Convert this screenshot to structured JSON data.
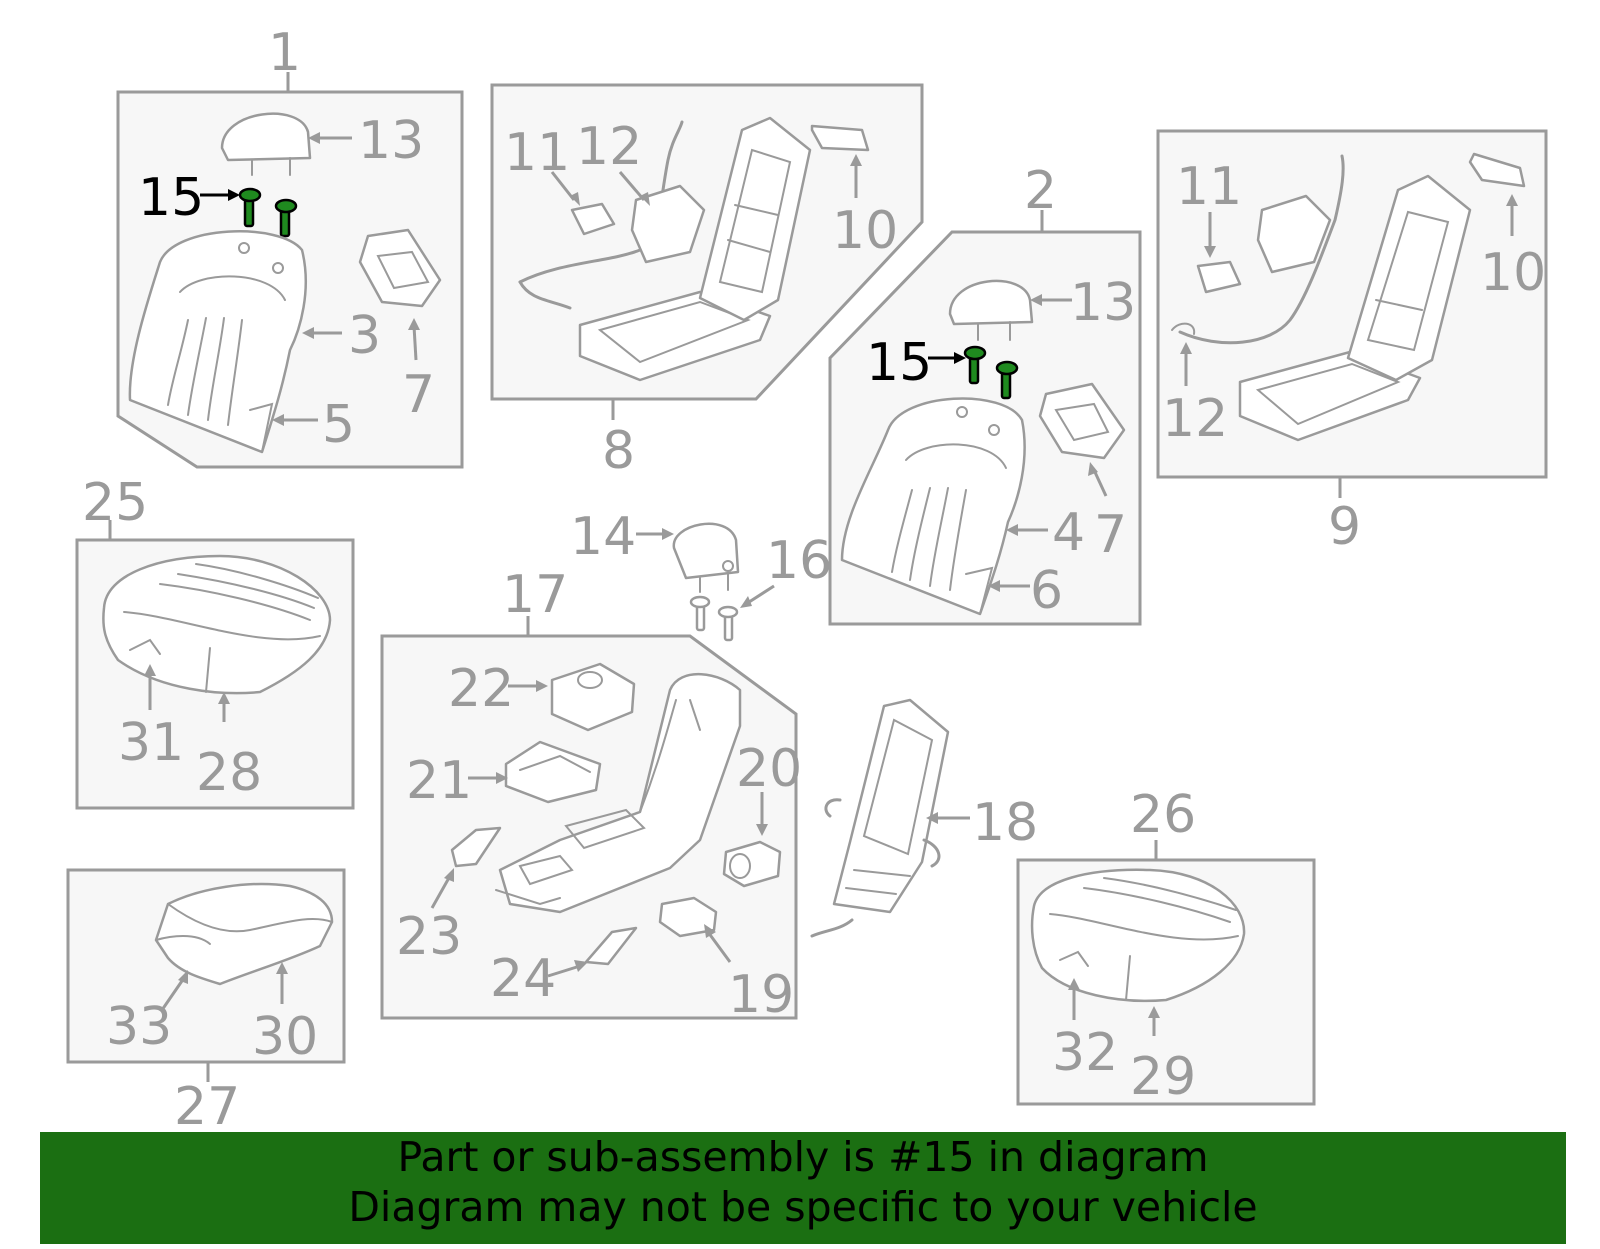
{
  "callouts": {
    "c1": "1",
    "c2": "2",
    "c3": "3",
    "c4": "4",
    "c5": "5",
    "c6": "6",
    "c7": "7",
    "c8": "8",
    "c9": "9",
    "c10": "10",
    "c11": "11",
    "c12": "12",
    "c13": "13",
    "c14": "14",
    "c15": "15",
    "c16": "16",
    "c17": "17",
    "c18": "18",
    "c19": "19",
    "c20": "20",
    "c21": "21",
    "c22": "22",
    "c23": "23",
    "c24": "24",
    "c25": "25",
    "c26": "26",
    "c27": "27",
    "c28": "28",
    "c29": "29",
    "c30": "30",
    "c31": "31",
    "c32": "32",
    "c33": "33"
  },
  "banner": {
    "line1": "Part or sub-assembly is #15 in diagram",
    "line2": "Diagram may not be specific to your vehicle"
  },
  "colors": {
    "highlight_part": "#1f8a1f",
    "banner_background": "#1b6f12",
    "line_gray": "#9a9a9a"
  }
}
